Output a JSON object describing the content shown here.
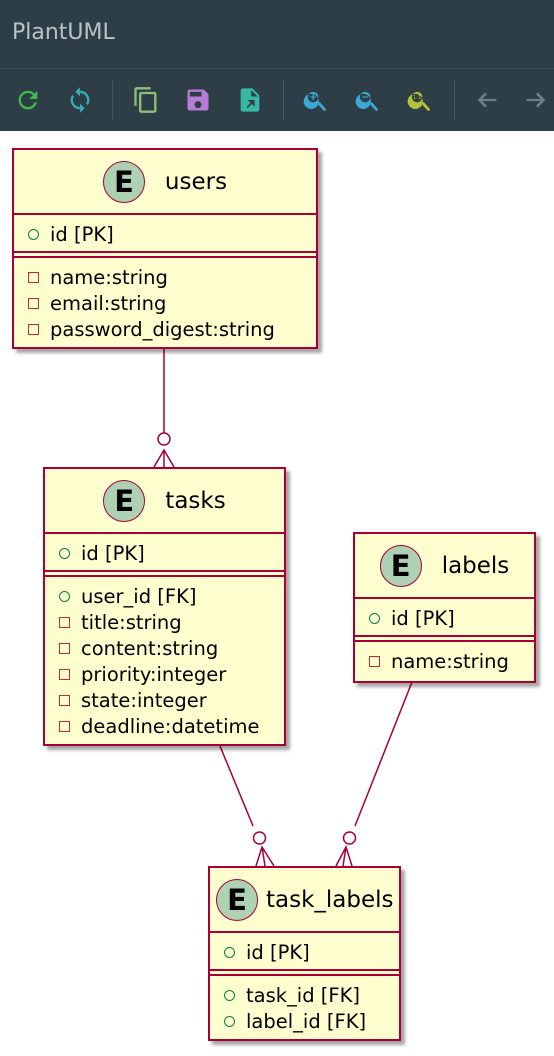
{
  "app": {
    "title": "PlantUML"
  },
  "toolbar": {
    "buttons": [
      {
        "name": "refresh-icon"
      },
      {
        "name": "sync-icon"
      },
      {
        "name": "copy-icon"
      },
      {
        "name": "save-icon"
      },
      {
        "name": "export-icon"
      },
      {
        "name": "zoom-in-icon"
      },
      {
        "name": "zoom-out-icon"
      },
      {
        "name": "actual-size-icon",
        "text": "1:1"
      },
      {
        "name": "back-icon"
      },
      {
        "name": "forward-icon"
      }
    ],
    "colors": {
      "refresh": "#3fb950",
      "sync": "#36a9b5",
      "copy": "#8ec07c",
      "save": "#b57cd8",
      "export": "#38b8a4",
      "zoom": "#3aa9d6",
      "actual": "#b4c33b",
      "nav": "#6f7f86"
    }
  },
  "diagram": {
    "badge_letter": "E",
    "colors": {
      "fill": "#fefece",
      "border": "#a80036",
      "badge": "#add1b2",
      "public": "#038048",
      "private": "#c82930"
    },
    "entities": {
      "users": {
        "name": "users",
        "keys": [
          {
            "vis": "public",
            "text": "id [PK]"
          }
        ],
        "attributes": [
          {
            "vis": "private",
            "text": "name:string"
          },
          {
            "vis": "private",
            "text": "email:string"
          },
          {
            "vis": "private",
            "text": "password_digest:string"
          }
        ]
      },
      "tasks": {
        "name": "tasks",
        "keys": [
          {
            "vis": "public",
            "text": "id [PK]"
          }
        ],
        "attributes": [
          {
            "vis": "public",
            "text": "user_id [FK]"
          },
          {
            "vis": "private",
            "text": "title:string"
          },
          {
            "vis": "private",
            "text": "content:string"
          },
          {
            "vis": "private",
            "text": "priority:integer"
          },
          {
            "vis": "private",
            "text": "state:integer"
          },
          {
            "vis": "private",
            "text": "deadline:datetime"
          }
        ]
      },
      "labels": {
        "name": "labels",
        "keys": [
          {
            "vis": "public",
            "text": "id [PK]"
          }
        ],
        "attributes": [
          {
            "vis": "private",
            "text": "name:string"
          }
        ]
      },
      "task_labels": {
        "name": "task_labels",
        "keys": [
          {
            "vis": "public",
            "text": "id [PK]"
          }
        ],
        "attributes": [
          {
            "vis": "public",
            "text": "task_id [FK]"
          },
          {
            "vis": "public",
            "text": "label_id [FK]"
          }
        ]
      }
    },
    "relationships": [
      {
        "from": "users",
        "to": "tasks",
        "cardinality": "one to zero-or-many"
      },
      {
        "from": "tasks",
        "to": "task_labels",
        "cardinality": "one to zero-or-many"
      },
      {
        "from": "labels",
        "to": "task_labels",
        "cardinality": "one to zero-or-many"
      }
    ]
  }
}
